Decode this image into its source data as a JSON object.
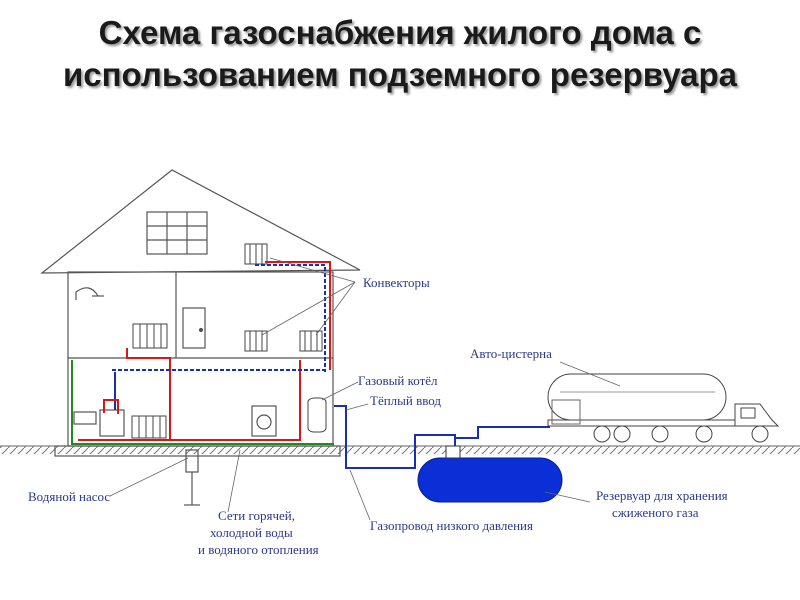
{
  "title": {
    "line1": "Схема газоснабжения жилого дома с",
    "line2": "использованием подземного резервуара"
  },
  "labels": {
    "convectors": "Конвекторы",
    "tanker": "Авто-цистерна",
    "boiler": "Газовый котёл",
    "warm_inlet": "Тёплый ввод",
    "water_pump": "Водяной насос",
    "networks_1": "Сети горячей,",
    "networks_2": "холодной воды",
    "networks_3": "и водяного отопления",
    "low_pressure": "Газопровод низкого давления",
    "reservoir_1": "Резервуар для хранения",
    "reservoir_2": "сжиженого газа"
  },
  "colors": {
    "title": "#1a1a1a",
    "label": "#2a3a88",
    "gas_pipe": "#1a2fb0",
    "hot_pipe": "#d81818",
    "cold_pipe": "#1a2fb0",
    "green_pipe": "#1f8a1f",
    "tank": "#0a2fd6",
    "line": "#555555"
  }
}
